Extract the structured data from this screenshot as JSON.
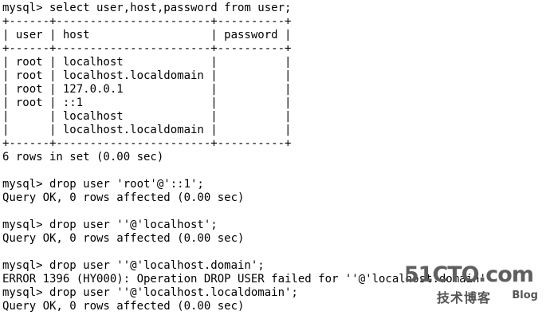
{
  "terminal": {
    "lines": [
      "mysql> select user,host,password from user;",
      "+------+-----------------------+----------+",
      "| user | host                  | password |",
      "+------+-----------------------+----------+",
      "| root | localhost             |          |",
      "| root | localhost.localdomain |          |",
      "| root | 127.0.0.1             |          |",
      "| root | ::1                   |          |",
      "|      | localhost             |          |",
      "|      | localhost.localdomain |          |",
      "+------+-----------------------+----------+",
      "6 rows in set (0.00 sec)",
      "",
      "mysql> drop user 'root'@'::1';",
      "Query OK, 0 rows affected (0.00 sec)",
      "",
      "mysql> drop user ''@'localhost';",
      "Query OK, 0 rows affected (0.00 sec)",
      "",
      "mysql> drop user ''@'localhost.domain';",
      "ERROR 1396 (HY000): Operation DROP USER failed for ''@'localhost.domain'",
      "mysql> drop user ''@'localhost.localdomain';",
      "Query OK, 0 rows affected (0.00 sec)"
    ]
  },
  "watermark": {
    "logo": "51CTO.com",
    "subtitle": "技术博客",
    "blog": "Blog"
  }
}
